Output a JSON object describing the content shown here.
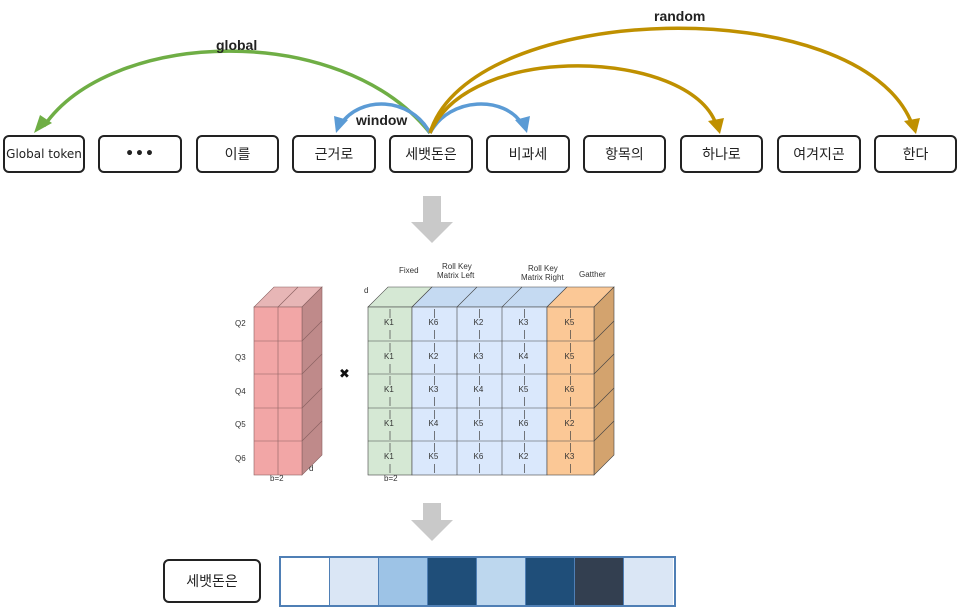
{
  "tokens": [
    {
      "text": "Global token"
    },
    {
      "text": "•••"
    },
    {
      "text": "이를"
    },
    {
      "text": "근거로"
    },
    {
      "text": "세뱃돈은"
    },
    {
      "text": "비과세"
    },
    {
      "text": "항목의"
    },
    {
      "text": "하나로"
    },
    {
      "text": "여겨지곤"
    },
    {
      "text": "한다"
    }
  ],
  "attention_labels": {
    "global": "global",
    "window": "window",
    "random": "random"
  },
  "colors": {
    "global": "#6fae45",
    "window": "#5b9bd5",
    "random": "#bf9000",
    "query_block": "#f2a6a6",
    "fixed_block": "#d5e8d4",
    "roll_block": "#dae8fc",
    "gather_block": "#fbc896"
  },
  "matrix": {
    "query_rows": [
      "Q2",
      "Q3",
      "Q4",
      "Q5",
      "Q6"
    ],
    "d_label": "d",
    "b_label": "b=2",
    "column_headers": {
      "fixed": "Fixed",
      "roll_left_1": "Roll Key",
      "roll_left_2": "Matrix Left",
      "roll_right_1": "Roll Key",
      "roll_right_2": "Matrix Right",
      "gather": "Gatther"
    },
    "key_rows": [
      [
        "K1",
        "K6",
        "K2",
        "K3",
        "K5"
      ],
      [
        "K1",
        "K2",
        "K3",
        "K4",
        "K5"
      ],
      [
        "K1",
        "K3",
        "K4",
        "K5",
        "K6"
      ],
      [
        "K1",
        "K4",
        "K5",
        "K6",
        "K2"
      ],
      [
        "K1",
        "K5",
        "K6",
        "K2",
        "K3"
      ]
    ],
    "multiply_symbol": "✖"
  },
  "output": {
    "label": "세뱃돈은",
    "cells": [
      "#ffffff",
      "#dae6f5",
      "#9dc3e6",
      "#1f4e79",
      "#bdd7ee",
      "#1f4e79",
      "#333f50",
      "#dae6f5"
    ]
  }
}
